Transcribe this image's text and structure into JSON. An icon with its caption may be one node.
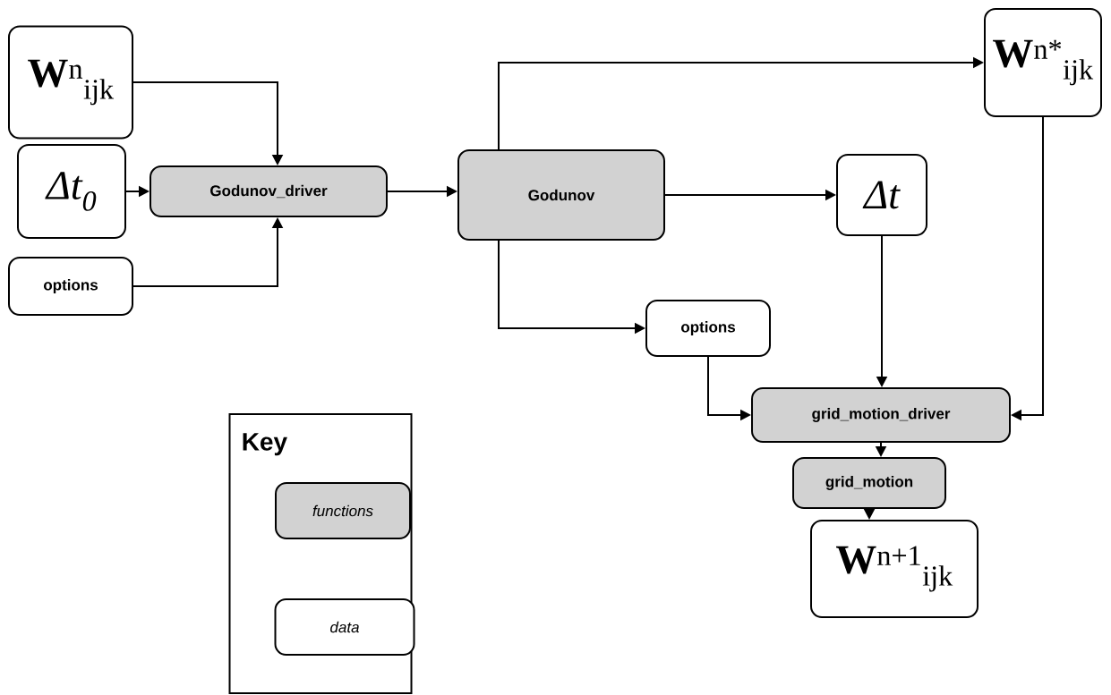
{
  "diagram": {
    "nodes": [
      {
        "text": [
          "**W**$^{n}$$_{ijk}$"
        ]
      },
      {
        "text": [
          "Δt$_{0}$"
        ]
      },
      {
        "text": [
          "options"
        ]
      },
      {
        "text": [
          "Godunov_driver"
        ]
      },
      {
        "text": [
          "Godunov"
        ]
      },
      {
        "text": [
          "**W**$^{n*}$$_{ijk}$"
        ]
      },
      {
        "text": [
          "Δt"
        ]
      },
      {
        "text": [
          "options"
        ]
      },
      {
        "text": [
          "grid_motion_driver"
        ]
      },
      {
        "text": [
          "grid_motion"
        ]
      },
      {
        "text": [
          "**W**$^{n+1}$$_{ijk}$"
        ]
      },
      {
        "text": [
          "Key"
        ]
      },
      {
        "text": [
          "functions"
        ],
        "in": 11
      },
      {
        "text": [
          "data"
        ],
        "in": 11
      }
    ],
    "edges": [
      {
        "from": 0,
        "to": 3,
        "arrow": "to"
      },
      {
        "from": 1,
        "to": 3,
        "arrow": "to"
      },
      {
        "from": 2,
        "to": 3,
        "arrow": "to"
      },
      {
        "from": 3,
        "to": 4,
        "arrow": "to"
      },
      {
        "from": 4,
        "to": 5,
        "arrow": "to"
      },
      {
        "from": 4,
        "to": 6,
        "arrow": "to"
      },
      {
        "from": 4,
        "to": 7,
        "arrow": "to"
      },
      {
        "from": 6,
        "to": 8,
        "arrow": "to"
      },
      {
        "from": 7,
        "to": 8,
        "arrow": "to"
      },
      {
        "from": 5,
        "to": 8,
        "arrow": "to"
      },
      {
        "from": 8,
        "to": 9,
        "arrow": "to"
      },
      {
        "from": 9,
        "to": 10,
        "arrow": "to"
      }
    ]
  }
}
